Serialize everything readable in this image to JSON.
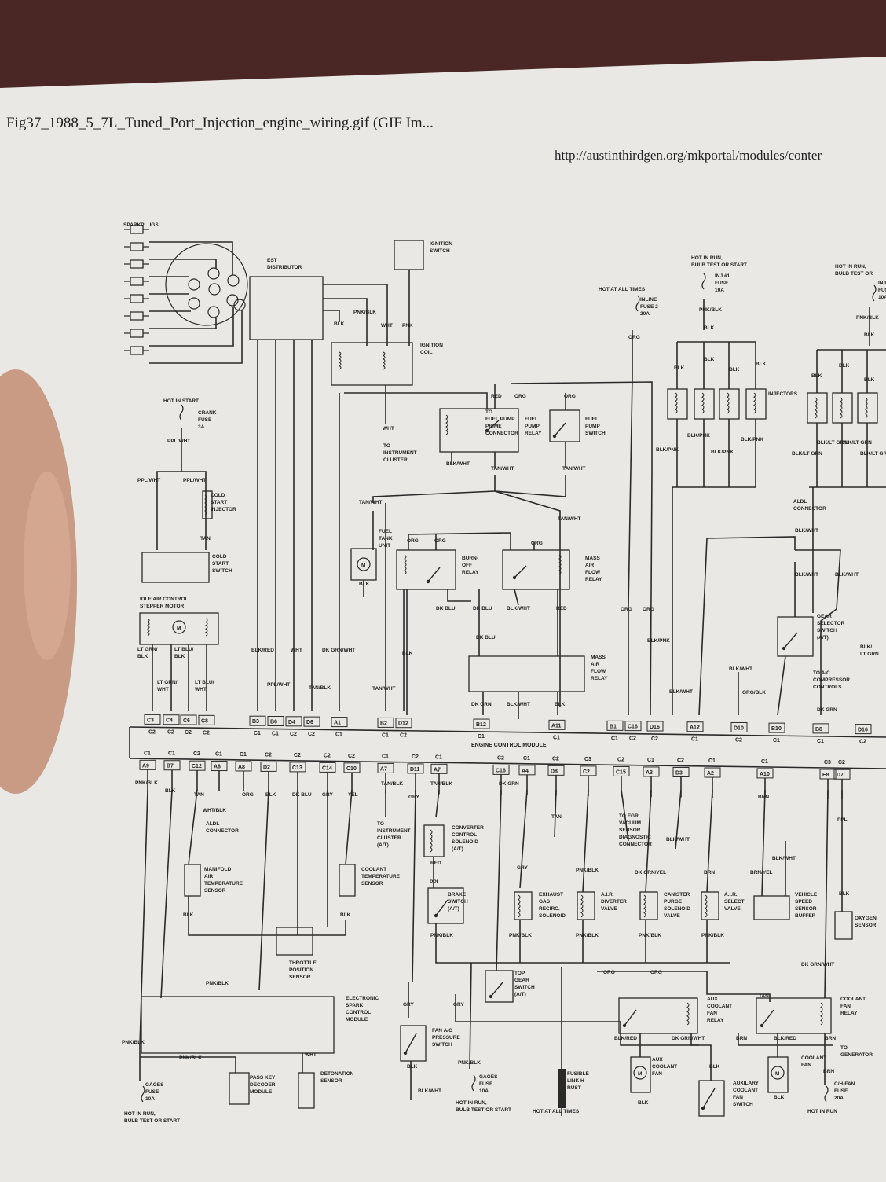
{
  "header": {
    "title": "Fig37_1988_5_7L_Tuned_Port_Injection_engine_wiring.gif (GIF Im...",
    "url": "http://austinthirdgen.org/mkportal/modules/conter"
  },
  "ecm": {
    "label": "ENGINE CONTROL MODULE",
    "top_pins": [
      {
        "pin": "C3",
        "conn": "C2"
      },
      {
        "pin": "C4",
        "conn": "C2"
      },
      {
        "pin": "C6",
        "conn": "C2"
      },
      {
        "pin": "C8",
        "conn": "C2"
      },
      {
        "pin": "B3",
        "conn": "C1"
      },
      {
        "pin": "B6",
        "conn": "C1"
      },
      {
        "pin": "D4",
        "conn": "C2"
      },
      {
        "pin": "D6",
        "conn": "C2"
      },
      {
        "pin": "A1",
        "conn": "C1"
      },
      {
        "pin": "B2",
        "conn": "C1"
      },
      {
        "pin": "D12",
        "conn": "C2"
      },
      {
        "pin": "B12",
        "conn": "C1"
      },
      {
        "pin": "A11",
        "conn": "C1"
      },
      {
        "pin": "B1",
        "conn": "C1"
      },
      {
        "pin": "C16",
        "conn": "C2"
      },
      {
        "pin": "D16",
        "conn": "C2"
      },
      {
        "pin": "A12",
        "conn": "C1"
      },
      {
        "pin": "D10",
        "conn": "C2"
      },
      {
        "pin": "B10",
        "conn": "C1"
      },
      {
        "pin": "B8",
        "conn": "C1"
      },
      {
        "pin": "D16",
        "conn": "C2"
      }
    ],
    "bottom_pins": [
      {
        "pin": "A9",
        "conn": "C1"
      },
      {
        "pin": "B7",
        "conn": "C1"
      },
      {
        "pin": "C12",
        "conn": "C2"
      },
      {
        "pin": "A8",
        "conn": "C1"
      },
      {
        "pin": "A8",
        "conn": "C1"
      },
      {
        "pin": "D2",
        "conn": "C2"
      },
      {
        "pin": "C13",
        "conn": "C2"
      },
      {
        "pin": "C14",
        "conn": "C2"
      },
      {
        "pin": "C10",
        "conn": "C2"
      },
      {
        "pin": "A7",
        "conn": "C1"
      },
      {
        "pin": "D11",
        "conn": "C2"
      },
      {
        "pin": "A7",
        "conn": "C1"
      },
      {
        "pin": "C16",
        "conn": "C2"
      },
      {
        "pin": "A4",
        "conn": "C1"
      },
      {
        "pin": "D8",
        "conn": "C2"
      },
      {
        "pin": "C2",
        "conn": "C3"
      },
      {
        "pin": "C15",
        "conn": "C2"
      },
      {
        "pin": "A3",
        "conn": "C1"
      },
      {
        "pin": "D3",
        "conn": "C2"
      },
      {
        "pin": "A2",
        "conn": "C1"
      },
      {
        "pin": "A10",
        "conn": "C1"
      },
      {
        "pin": "E8",
        "conn": "C3"
      },
      {
        "pin": "D7",
        "conn": "C2"
      }
    ]
  },
  "labels": [
    [
      "SPARKPLUGS"
    ],
    [
      "EST",
      "DISTRIBUTOR"
    ],
    [
      "IGNITION",
      "SWITCH"
    ],
    [
      "IGNITION",
      "COIL"
    ],
    [
      "PNK/BLK"
    ],
    [
      "BLK"
    ],
    [
      "WHT"
    ],
    [
      "PNK"
    ],
    [
      "HOT IN START"
    ],
    [
      "CRANK",
      "FUSE",
      "3A"
    ],
    [
      "PPL/WHT"
    ],
    [
      "WHT"
    ],
    [
      "TO",
      "INSTRUMENT",
      "CLUSTER"
    ],
    [
      "TO",
      "FUEL PUMP",
      "PRIME",
      "CONNECTOR"
    ],
    [
      "RED"
    ],
    [
      "ORG"
    ],
    [
      "ORG"
    ],
    [
      "FUEL",
      "PUMP",
      "RELAY"
    ],
    [
      "FUEL",
      "PUMP",
      "SWITCH"
    ],
    [
      "BLK/WHT"
    ],
    [
      "TAN/WHT"
    ],
    [
      "TAN/WHT"
    ],
    [
      "HOT AT ALL TIMES"
    ],
    [
      "INLINE",
      "FUSE 2",
      "20A"
    ],
    [
      "ORG"
    ],
    [
      "HOT IN RUN,",
      "BULB TEST OR START"
    ],
    [
      "INJ #1",
      "FUSE",
      "10A"
    ],
    [
      "PNK/BLK"
    ],
    [
      "BLK"
    ],
    [
      "BLK"
    ],
    [
      "BLK"
    ],
    [
      "BLK"
    ],
    [
      "BLK"
    ],
    [
      "INJECTORS"
    ],
    [
      "BLK/PNK"
    ],
    [
      "BLK/PNK"
    ],
    [
      "BLK/PNK"
    ],
    [
      "BLK/PNK"
    ],
    [
      "HOT IN RUN,",
      "BULB TEST OR"
    ],
    [
      "INJ",
      "FUSE",
      "10A"
    ],
    [
      "PNK/BLK"
    ],
    [
      "BLK"
    ],
    [
      "BLK"
    ],
    [
      "BLK"
    ],
    [
      "BLK"
    ],
    [
      "BLK/LT GRN"
    ],
    [
      "BLK/LT GRN"
    ],
    [
      "BLK/LT GRN"
    ],
    [
      "BLK/LT GRN"
    ],
    [
      "PPL/WHT"
    ],
    [
      "PPL/WHT"
    ],
    [
      "COLD",
      "START",
      "INJECTOR"
    ],
    [
      "TAN"
    ],
    [
      "COLD",
      "START",
      "SWITCH"
    ],
    [
      "IDLE AIR CONTROL",
      "STEPPER MOTOR"
    ],
    [
      "TAN/WHT"
    ],
    [
      "FUEL",
      "TANK",
      "UNIT"
    ],
    [
      "TAN/WHT"
    ],
    [
      "ORG"
    ],
    [
      "ORG"
    ],
    [
      "ORG"
    ],
    [
      "BURN-",
      "OFF",
      "RELAY"
    ],
    [
      "MASS",
      "AIR",
      "FLOW",
      "RELAY"
    ],
    [
      "DK BLU"
    ],
    [
      "DK BLU"
    ],
    [
      "BLK/WHT"
    ],
    [
      "RED"
    ],
    [
      "DK BLU"
    ],
    [
      "MASS",
      "AIR",
      "FLOW",
      "RELAY"
    ],
    [
      "ORG"
    ],
    [
      "ORG"
    ],
    [
      "BLK"
    ],
    [
      "BLK"
    ],
    [
      "LT GRN/",
      "BLK"
    ],
    [
      "LT BLU/",
      "BLK"
    ],
    [
      "LT GRN/",
      "WHT"
    ],
    [
      "LT BLU/",
      "WHT"
    ],
    [
      "BLK/RED"
    ],
    [
      "WHT"
    ],
    [
      "DK GRN/WHT"
    ],
    [
      "PPL/WHT"
    ],
    [
      "TAN/BLK"
    ],
    [
      "TAN/WHT"
    ],
    [
      "DK GRN"
    ],
    [
      "BLK/WHT"
    ],
    [
      "BLK"
    ],
    [
      "ALDL",
      "CONNECTOR"
    ],
    [
      "BLK/WHT"
    ],
    [
      "BLK/WHT"
    ],
    [
      "BLK/WHT"
    ],
    [
      "GEAR",
      "SELECTOR",
      "SWITCH",
      "(A/T)"
    ],
    [
      "BLK/PNK"
    ],
    [
      "BLK/WHT"
    ],
    [
      "BLK/WHT"
    ],
    [
      "ORG/BLK"
    ],
    [
      "TO A/C",
      "COMPRESSOR",
      "CONTROLS"
    ],
    [
      "DK GRN"
    ],
    [
      "BLK/",
      "LT GRN"
    ],
    [
      "PNK/BLK"
    ],
    [
      "TAN"
    ],
    [
      "BLK"
    ],
    [
      "WHT/BLK"
    ],
    [
      "ORG"
    ],
    [
      "BLK"
    ],
    [
      "DK BLU"
    ],
    [
      "GRY"
    ],
    [
      "YEL"
    ],
    [
      "TAN/BLK"
    ],
    [
      "GRY"
    ],
    [
      "TAN/BLK"
    ],
    [
      "DK GRN"
    ],
    [
      "TAN"
    ],
    [
      "TO EGR",
      "VACUUM",
      "SENSOR",
      "DIAGNOSTIC",
      "CONNECTOR"
    ],
    [
      "BLK/WHT"
    ],
    [
      "BRN"
    ],
    [
      "ALDL",
      "CONNECTOR"
    ],
    [
      "TO",
      "INSTRUMENT",
      "CLUSTER",
      "(A/T)"
    ],
    [
      "CONVERTER",
      "CONTROL",
      "SOLENOID",
      "(A/T)"
    ],
    [
      "MANIFOLD",
      "AIR",
      "TEMPERATURE",
      "SENSOR"
    ],
    [
      "COOLANT",
      "TEMPERATURE",
      "SENSOR"
    ],
    [
      "RED"
    ],
    [
      "PPL"
    ],
    [
      "BRAKE",
      "SWITCH",
      "(A/T)"
    ],
    [
      "GRY"
    ],
    [
      "EXHAUST",
      "GAS",
      "RECIRC.",
      "SOLENOID"
    ],
    [
      "PNK/BLK"
    ],
    [
      "A.I.R.",
      "DIVERTER",
      "VALVE"
    ],
    [
      "DK GRN/YEL"
    ],
    [
      "CANISTER",
      "PURGE",
      "SOLENOID",
      "VALVE"
    ],
    [
      "BRN"
    ],
    [
      "A.I.R.",
      "SELECT",
      "VALVE"
    ],
    [
      "BRN/YEL"
    ],
    [
      "BLK/WHT"
    ],
    [
      "VEHICLE",
      "SPEED",
      "SENSOR",
      "BUFFER"
    ],
    [
      "BLK"
    ],
    [
      "OXYGEN",
      "SENSOR"
    ],
    [
      "PPL"
    ],
    [
      "BLK"
    ],
    [
      "BLK"
    ],
    [
      "THROTTLE",
      "POSITION",
      "SENSOR"
    ],
    [
      "PNK/BLK"
    ],
    [
      "PNK/BLK"
    ],
    [
      "PNK/BLK"
    ],
    [
      "PNK/BLK"
    ],
    [
      "PNK/BLK"
    ],
    [
      "DK GRN/WHT"
    ],
    [
      "TOP",
      "GEAR",
      "SWITCH",
      "(A/T)"
    ],
    [
      "ORG"
    ],
    [
      "ORG"
    ],
    [
      "TAN"
    ],
    [
      "PNK/BLK"
    ],
    [
      "ELECTRONIC",
      "SPARK",
      "CONTROL",
      "MODULE"
    ],
    [
      "GRY"
    ],
    [
      "GRY"
    ],
    [
      "AUX",
      "COOLANT",
      "FAN",
      "RELAY"
    ],
    [
      "COOLANT",
      "FAN",
      "RELAY"
    ],
    [
      "FAN A/C",
      "PRESSURE",
      "SWITCH"
    ],
    [
      "PNK/BLK"
    ],
    [
      "PNK/BLK"
    ],
    [
      "WHT"
    ],
    [
      "BLK/RED"
    ],
    [
      "DK GRN/WHT"
    ],
    [
      "BRN"
    ],
    [
      "BLK/RED"
    ],
    [
      "BRN"
    ],
    [
      "TO",
      "GENERATOR"
    ],
    [
      "BLK"
    ],
    [
      "PNK/BLK"
    ],
    [
      "AUX",
      "COOLANT",
      "FAN"
    ],
    [
      "BLK"
    ],
    [
      "COOLANT",
      "FAN"
    ],
    [
      "BRN"
    ],
    [
      "PASS KEY",
      "DECODER",
      "MODULE"
    ],
    [
      "DETONATION",
      "SENSOR"
    ],
    [
      "GAGES",
      "FUSE",
      "10A"
    ],
    [
      "GAGES",
      "FUSE",
      "10A"
    ],
    [
      "FUSIBLE",
      "LINK H",
      "RUST"
    ],
    [
      "AUXILARY",
      "COOLANT",
      "FAN",
      "SWITCH"
    ],
    [
      "C/H-FAN",
      "FUSE",
      "20A"
    ],
    [
      "BLK/WHT"
    ],
    [
      "BLK"
    ],
    [
      "BLK"
    ],
    [
      "HOT IN RUN,",
      "BULB TEST OR START"
    ],
    [
      "HOT IN RUN,",
      "BULB TEST OR START"
    ],
    [
      "HOT AT ALL TIMES"
    ],
    [
      "HOT IN RUN"
    ]
  ]
}
